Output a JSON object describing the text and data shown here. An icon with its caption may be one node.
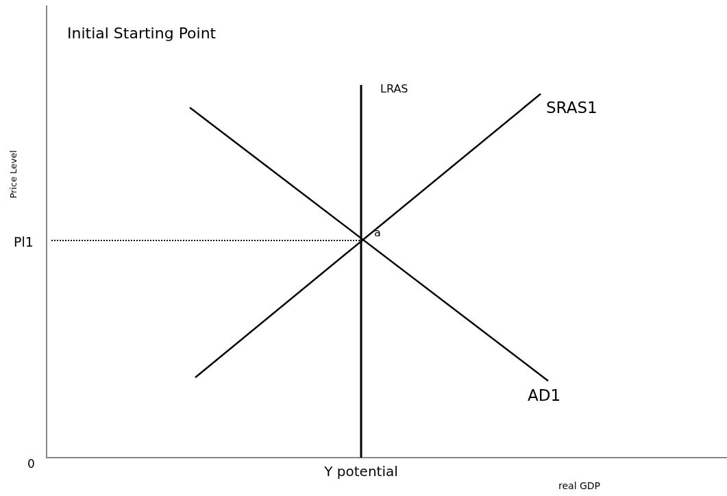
{
  "diagram": {
    "title": "Initial Starting Point",
    "labels": [
      "LRAS",
      "SRAS1",
      "Price Level",
      "Pl1",
      "a",
      "AD1",
      "0",
      "Y potential",
      "real GDP"
    ]
  }
}
